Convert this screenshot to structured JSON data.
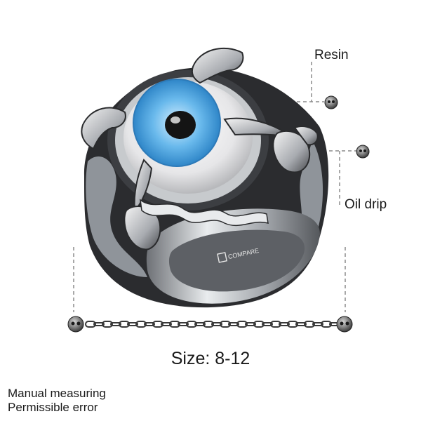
{
  "labels": {
    "resin": "Resin",
    "oil_drip": "Oil drip",
    "size": "Size: 8-12",
    "note_line1": "Manual measuring",
    "note_line2": "Permissible error"
  },
  "brand_stamp": "COMPARE",
  "colors": {
    "iris": "#5aaee6",
    "steel": "#bfc4c8",
    "dark_steel": "#2a2b2d",
    "guide_line": "#8c8c8c"
  },
  "icons": [
    "skull-bead-icon",
    "chain-icon"
  ]
}
